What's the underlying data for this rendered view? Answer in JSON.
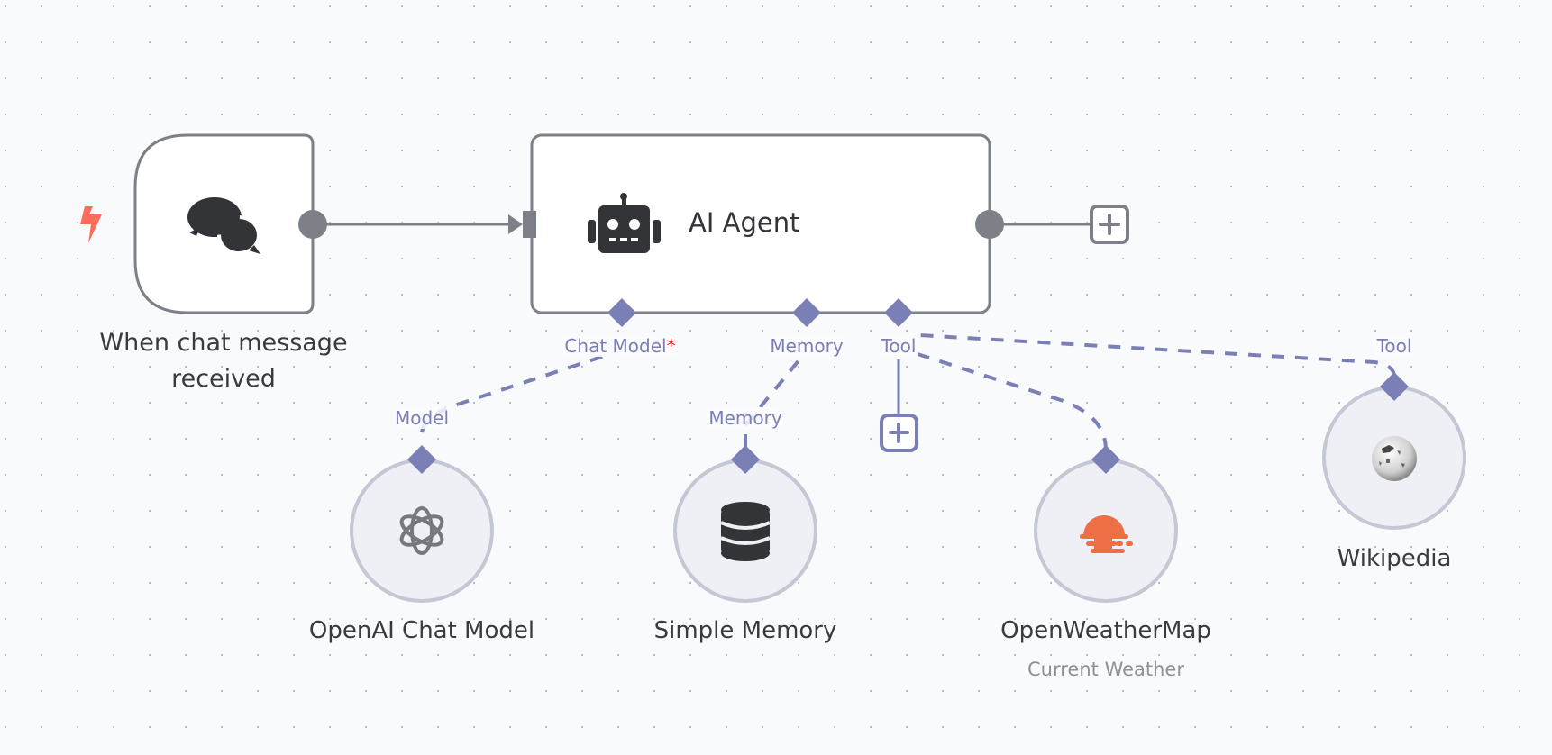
{
  "canvas": {
    "colors": {
      "background": "#f9fafc",
      "node_border": "#7e8088",
      "connection_main": "#7e8088",
      "connection_ai": "#7a80b6",
      "sub_node_fill": "#eff0f5",
      "sub_node_border": "#c4c8d4",
      "trigger_bolt": "#ff6d5a",
      "weather_icon": "#ee6e46",
      "required_marker": "#e8212b"
    }
  },
  "nodes": {
    "trigger": {
      "label": "When chat message received",
      "icon": "chat-bubbles-icon",
      "badge_icon": "lightning-bolt-icon"
    },
    "agent": {
      "label": "AI Agent",
      "icon": "robot-icon",
      "add_output_icon": "plus-icon",
      "handles": {
        "chat_model": {
          "label": "Chat Model",
          "required_marker": "*"
        },
        "memory": {
          "label": "Memory"
        },
        "tool": {
          "label": "Tool"
        }
      }
    },
    "openai": {
      "label": "OpenAI Chat Model",
      "icon": "openai-logo-icon",
      "handle_label": "Model"
    },
    "memory": {
      "label": "Simple Memory",
      "icon": "database-icon",
      "handle_label": "Memory"
    },
    "weather": {
      "label": "OpenWeatherMap",
      "subtitle": "Current Weather",
      "icon": "sunset-weather-icon"
    },
    "wikipedia": {
      "label": "Wikipedia",
      "icon": "wikipedia-globe-icon",
      "handle_label": "Tool"
    }
  },
  "connections": [
    {
      "from": "trigger",
      "to": "agent",
      "type": "main"
    },
    {
      "from": "openai",
      "to": "agent",
      "type": "ai_languageModel"
    },
    {
      "from": "memory",
      "to": "agent",
      "type": "ai_memory"
    },
    {
      "from": "weather",
      "to": "agent",
      "type": "ai_tool"
    },
    {
      "from": "wikipedia",
      "to": "agent",
      "type": "ai_tool"
    }
  ]
}
